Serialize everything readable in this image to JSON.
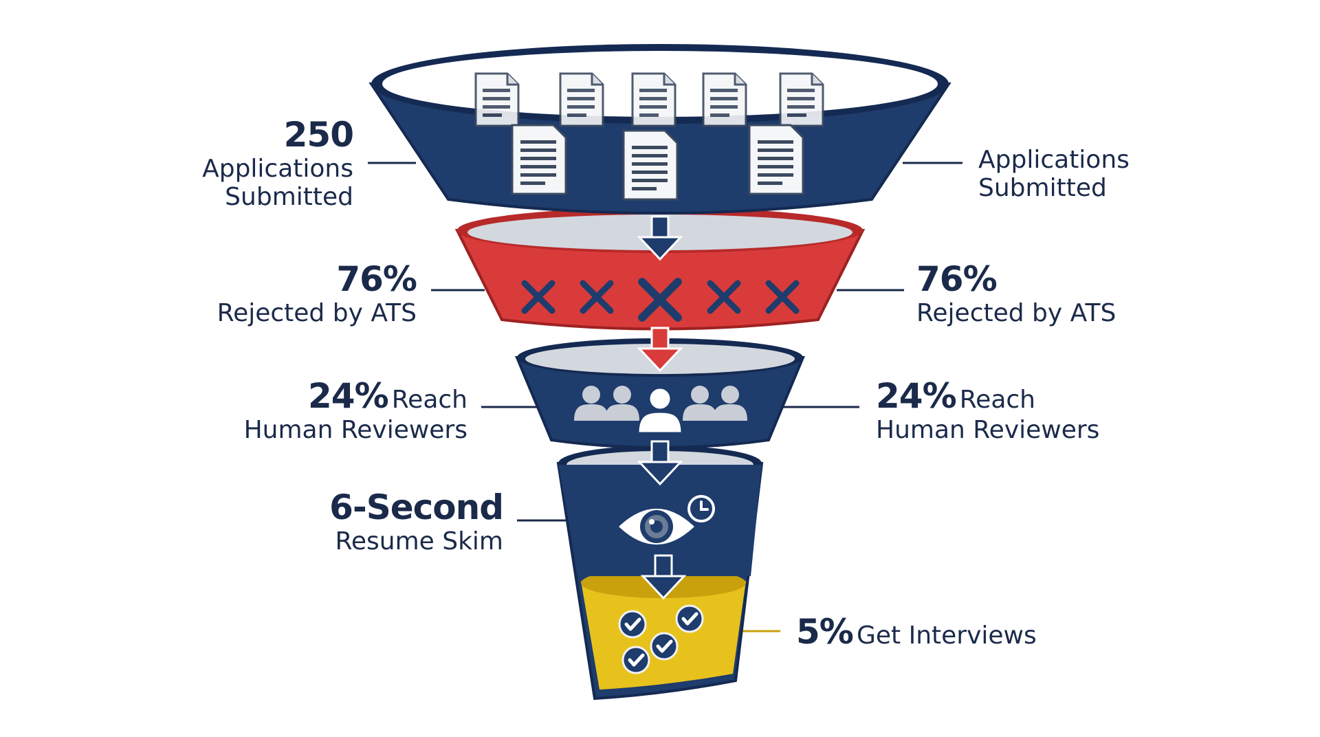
{
  "colors": {
    "navy": "#1e3c6c",
    "navy_dark": "#142a52",
    "red": "#d93b3b",
    "yellow": "#e8c21c",
    "paper": "#f4f6f8",
    "grey_light": "#c9ced6",
    "text": "#1b2a4a"
  },
  "stages": [
    {
      "id": "applications",
      "left_value": "250",
      "left_label_lines": [
        "Applications",
        "Submitted"
      ],
      "right_label_lines": [
        "Applications",
        "Submitted"
      ],
      "icon": "document-icon"
    },
    {
      "id": "rejected",
      "left_value": "76%",
      "left_label_lines": [
        "Rejected by ATS"
      ],
      "right_value": "76%",
      "right_label_lines": [
        "Rejected by ATS"
      ],
      "icon": "x-mark-icon"
    },
    {
      "id": "human",
      "left_value": "24%",
      "left_value_suffix": "Reach",
      "left_label_lines": [
        "Human Reviewers"
      ],
      "right_value": "24%",
      "right_value_suffix": "Reach",
      "right_label_lines": [
        "Human Reviewers"
      ],
      "icon": "people-icon"
    },
    {
      "id": "skim",
      "left_value": "6-Second",
      "left_label_lines": [
        "Resume Skim"
      ],
      "icon": "eye-icon"
    },
    {
      "id": "interviews",
      "right_value": "5%",
      "right_value_suffix": "Get Interviews",
      "icon": "check-circle-icon"
    }
  ]
}
